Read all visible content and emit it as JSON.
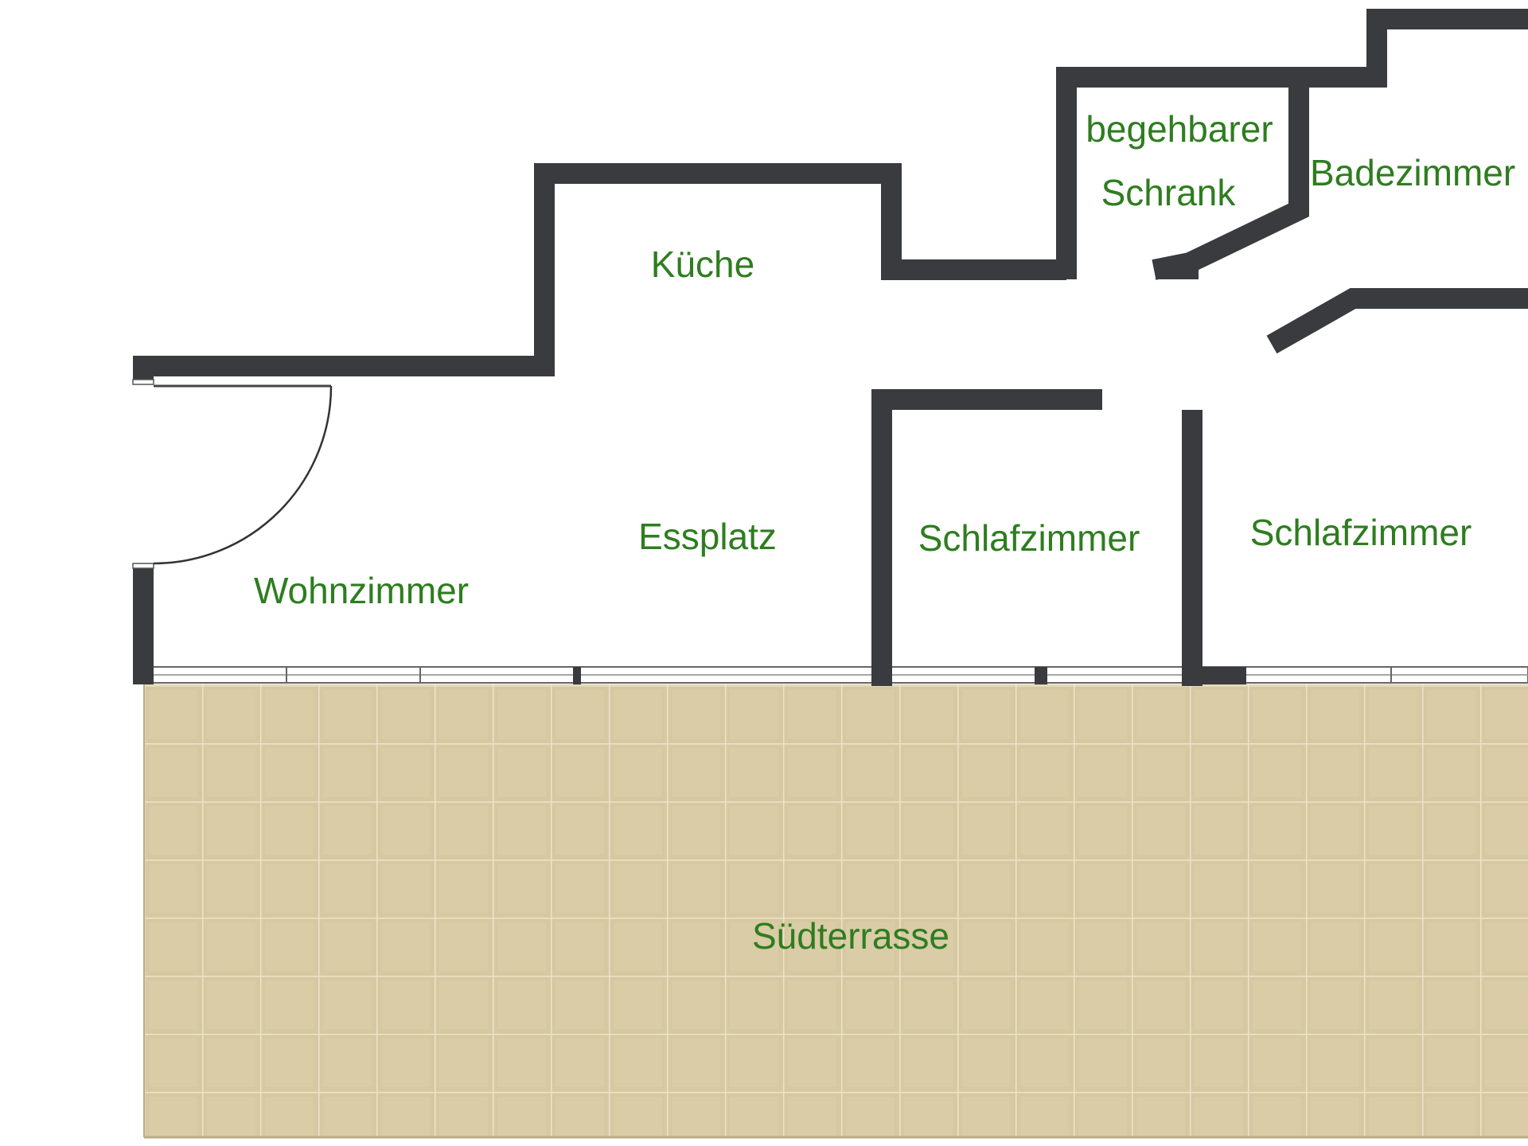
{
  "colors": {
    "wall": "#3a3b3f",
    "label": "#2e7d1f",
    "terrace": "#d6c8a1",
    "terrace_grid": "#ece3c9",
    "window_line": "#555555",
    "background": "#ffffff"
  },
  "rooms": {
    "kueche": "Küche",
    "begehbarer_line1": "begehbarer",
    "begehbarer_line2": "Schrank",
    "badezimmer": "Badezimmer",
    "essplatz": "Essplatz",
    "wohnzimmer": "Wohnzimmer",
    "schlafzimmer_1": "Schlafzimmer",
    "schlafzimmer_2": "Schlafzimmer",
    "suedterrasse": "Südterrasse"
  }
}
